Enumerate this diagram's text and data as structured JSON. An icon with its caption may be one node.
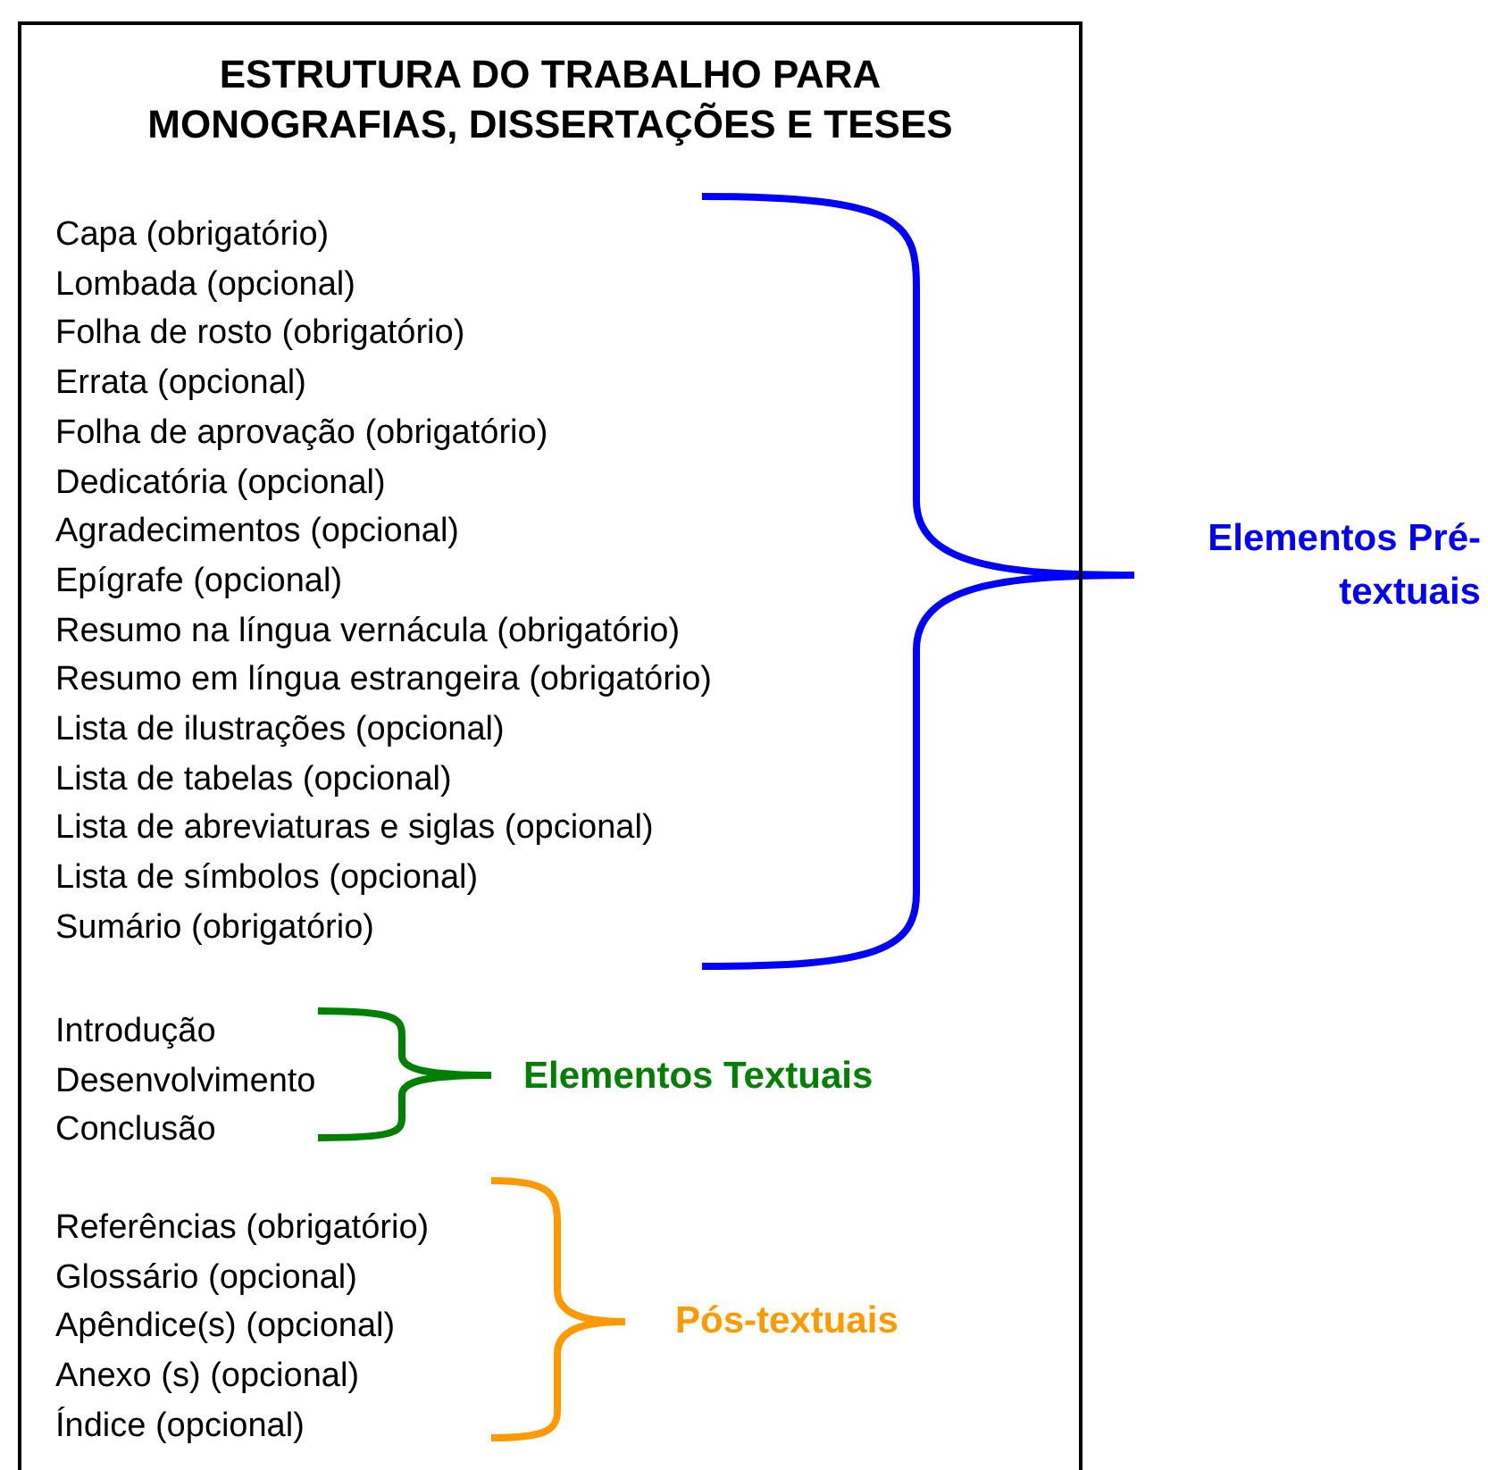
{
  "diagram": {
    "nodes": [
      {
        "text": [
          "ESTRUTURA DO TRABALHO PARA MONOGRAFIAS, DISSERTAÇÕES E TESES",
          "Capa (obrigatório)",
          "Lombada (opcional)",
          "Folha de rosto (obrigatório)",
          "Errata (opcional)",
          "Folha de aprovação (obrigatório)",
          "Dedicatória (opcional)",
          "Agradecimentos (opcional)",
          "Epígrafe (opcional)",
          "Resumo na língua vernácula (obrigatório)",
          "Resumo em língua estrangeira (obrigatório)",
          "Lista de ilustrações (opcional)",
          "Lista de tabelas (opcional)",
          "Lista de abreviaturas e siglas (opcional)",
          "Lista de símbolos (opcional)",
          "Sumário (obrigatório)",
          "Introdução",
          "Desenvolvimento",
          "Conclusão",
          "Referências (obrigatório)",
          "Glossário (opcional)",
          "Apêndice(s) (opcional)",
          "Anexo (s) (opcional)",
          "Índice (opcional)"
        ]
      }
    ],
    "edges": [],
    "labels": [
      "Elementos Pré-textuais",
      "Elementos Textuais",
      "Pós-textuais"
    ]
  }
}
